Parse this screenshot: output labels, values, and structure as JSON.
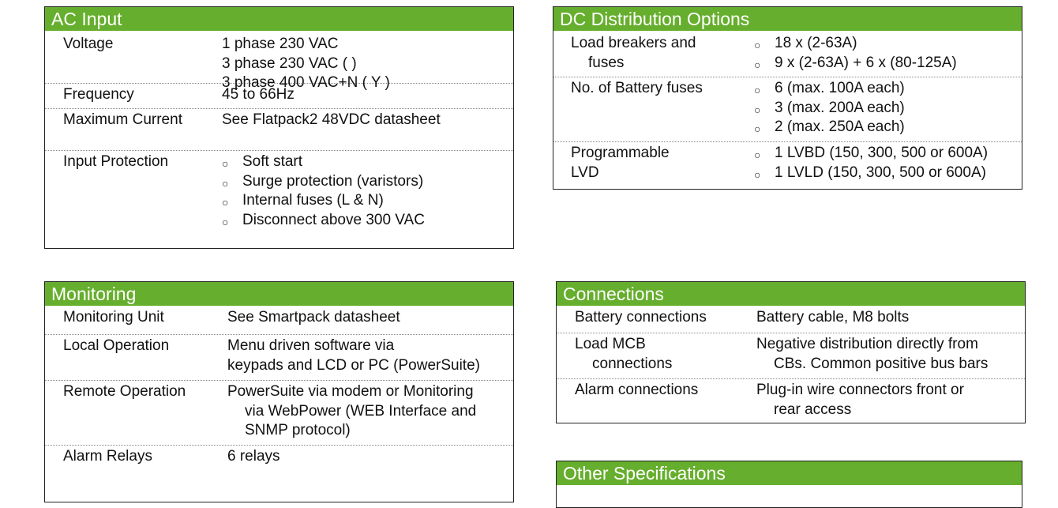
{
  "ac_input": {
    "title": "AC Input",
    "rows": [
      {
        "label": [
          "Voltage"
        ],
        "lines": [
          "1 phase 230 VAC",
          "3 phase 230 VAC (   )",
          "3 phase 400 VAC+N ( Y )"
        ]
      },
      {
        "label": [
          "Frequency"
        ],
        "lines": [
          "45 to 66Hz"
        ]
      },
      {
        "label": [
          "Maximum Current"
        ],
        "lines": [
          "See Flatpack2 48VDC datasheet"
        ]
      },
      {
        "label": [
          "Input Protection"
        ],
        "bullets": [
          "Soft start",
          "Surge protection (varistors)",
          "Internal fuses (L & N)",
          "Disconnect above 300 VAC"
        ]
      }
    ]
  },
  "dc_distribution": {
    "title": "DC Distribution Options",
    "rows": [
      {
        "label": [
          "Load breakers and",
          "fuses"
        ],
        "bullets": [
          "18 x (2-63A)",
          "9 x (2-63A) + 6 x (80-125A)"
        ]
      },
      {
        "label": [
          "No. of Battery fuses"
        ],
        "bullets": [
          "6 (max. 100A each)",
          "3 (max. 200A each)",
          "2 (max. 250A each)"
        ]
      },
      {
        "label": [
          "Programmable",
          "LVD"
        ],
        "bullets": [
          "1 LVBD (150, 300, 500 or 600A)",
          "1 LVLD (150, 300, 500 or 600A)"
        ]
      }
    ]
  },
  "monitoring": {
    "title": "Monitoring",
    "rows": [
      {
        "label": [
          "Monitoring Unit"
        ],
        "lines": [
          "See Smartpack datasheet"
        ]
      },
      {
        "label": [
          "Local Operation"
        ],
        "lines": [
          "Menu driven software via",
          "keypads and LCD or PC (PowerSuite)"
        ]
      },
      {
        "label": [
          "Remote Operation"
        ],
        "lines": [
          "PowerSuite via modem or Monitoring",
          "via WebPower (WEB Interface and",
          "SNMP protocol)"
        ]
      },
      {
        "label": [
          "Alarm Relays"
        ],
        "lines": [
          "6 relays"
        ]
      }
    ]
  },
  "connections": {
    "title": "Connections",
    "rows": [
      {
        "label": [
          "Battery connections"
        ],
        "lines": [
          "Battery cable, M8 bolts"
        ]
      },
      {
        "label": [
          "Load MCB",
          "connections"
        ],
        "lines": [
          "Negative distribution directly from",
          "CBs. Common positive bus bars"
        ]
      },
      {
        "label": [
          "Alarm connections"
        ],
        "lines": [
          "Plug-in wire connectors front or",
          "rear access"
        ]
      }
    ]
  },
  "other_specifications": {
    "title": "Other Specifications"
  },
  "bullet_symbol": "○",
  "colors": {
    "header_green": "#66ae2d",
    "header_text": "#ffffff"
  }
}
